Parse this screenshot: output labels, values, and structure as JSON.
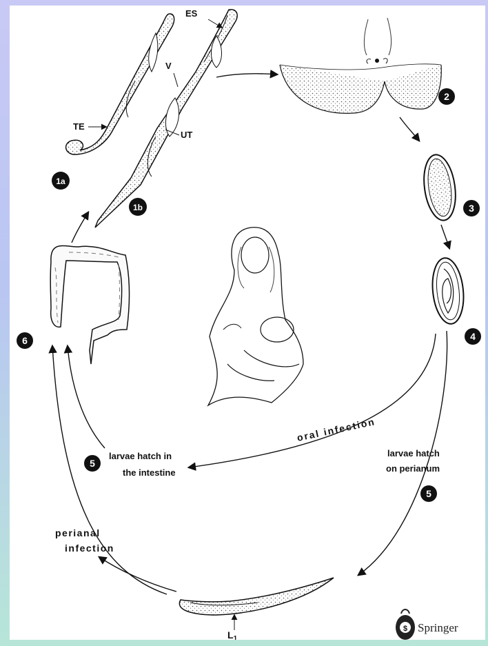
{
  "labels": {
    "es": "ES",
    "v": "V",
    "te": "TE",
    "ut": "UT",
    "l1_main": "L",
    "l1_sub": "1"
  },
  "steps": {
    "s1a": "1a",
    "s1b": "1b",
    "s2": "2",
    "s3": "3",
    "s4": "4",
    "s5_left": "5",
    "s5_right": "5",
    "s6": "6"
  },
  "captions": {
    "oral_infection": "oral infection",
    "larvae_intestine_1": "larvae hatch in",
    "larvae_intestine_2": "the intestine",
    "larvae_perianum_1": "larvae hatch",
    "larvae_perianum_2": "on perianum",
    "perianal_1": "perianal",
    "perianal_2": "infection"
  },
  "publisher": {
    "name": "Springer"
  }
}
